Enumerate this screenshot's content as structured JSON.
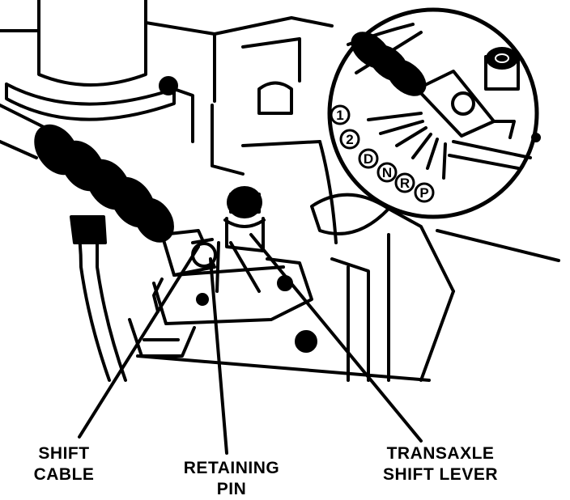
{
  "labels": {
    "shift_cable": [
      "SHIFT",
      "CABLE"
    ],
    "retaining_pin": [
      "RETAINING",
      "PIN"
    ],
    "transaxle_shift_lever": [
      "TRANSAXLE",
      "SHIFT LEVER"
    ]
  },
  "inset": {
    "positions": [
      "1",
      "2",
      "D",
      "N",
      "R",
      "P"
    ]
  },
  "colors": {
    "ink": "#000000",
    "paper": "#ffffff"
  }
}
